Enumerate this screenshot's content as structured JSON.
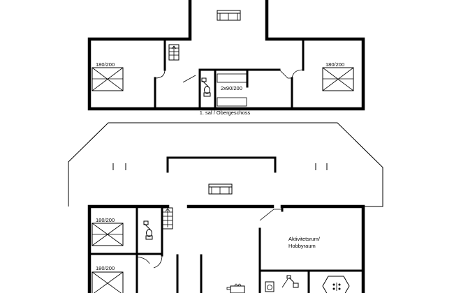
{
  "floors": {
    "upper": {
      "caption": "1. sal / Obergeschoss",
      "bed_left": "180/200",
      "bed_right": "180/200",
      "bed_bunk": "2x90/200"
    },
    "ground": {
      "bed_top": "180/200",
      "bed_bottom": "180/200",
      "room_line1": "Aktivitetsrum/",
      "room_line2": "Hobbyraum"
    }
  }
}
